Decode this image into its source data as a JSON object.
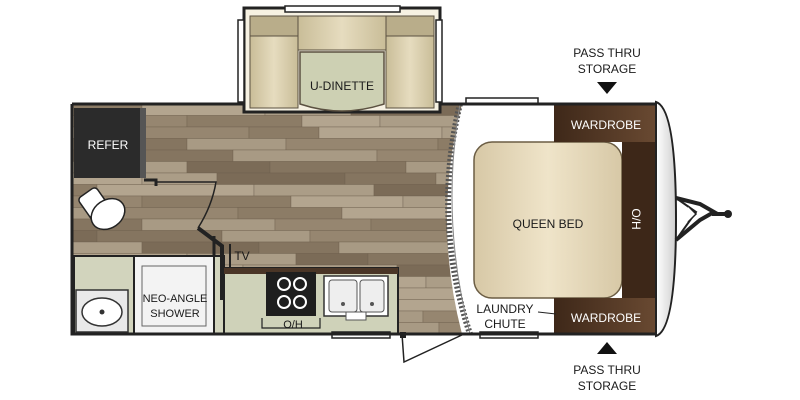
{
  "labels": {
    "u_dinette": "U-DINETTE",
    "refer": "REFER",
    "tv": "TV",
    "neo_angle_shower_line1": "NEO-ANGLE",
    "neo_angle_shower_line2": "SHOWER",
    "oh_kitchen": "O/H",
    "queen_bed": "QUEEN BED",
    "oh_front": "O/H",
    "wardrobe_top": "WARDROBE",
    "wardrobe_bottom": "WARDROBE",
    "laundry_line1": "LAUNDRY",
    "laundry_line2": "CHUTE",
    "pass_thru_top_line1": "PASS THRU",
    "pass_thru_top_line2": "STORAGE",
    "pass_thru_bottom_line1": "PASS THRU",
    "pass_thru_bottom_line2": "STORAGE"
  },
  "colors": {
    "floor_light": "#a79a86",
    "floor_dark": "#7a6a58",
    "wall": "#222222",
    "counter": "#cfd2b9",
    "dinette_cushion": "#d9cfb0",
    "bed": "#e9dcc0",
    "wardrobe": "#5a3e2a",
    "refer": "#2b2b2b",
    "oh_cabinet": "#4a3526"
  }
}
